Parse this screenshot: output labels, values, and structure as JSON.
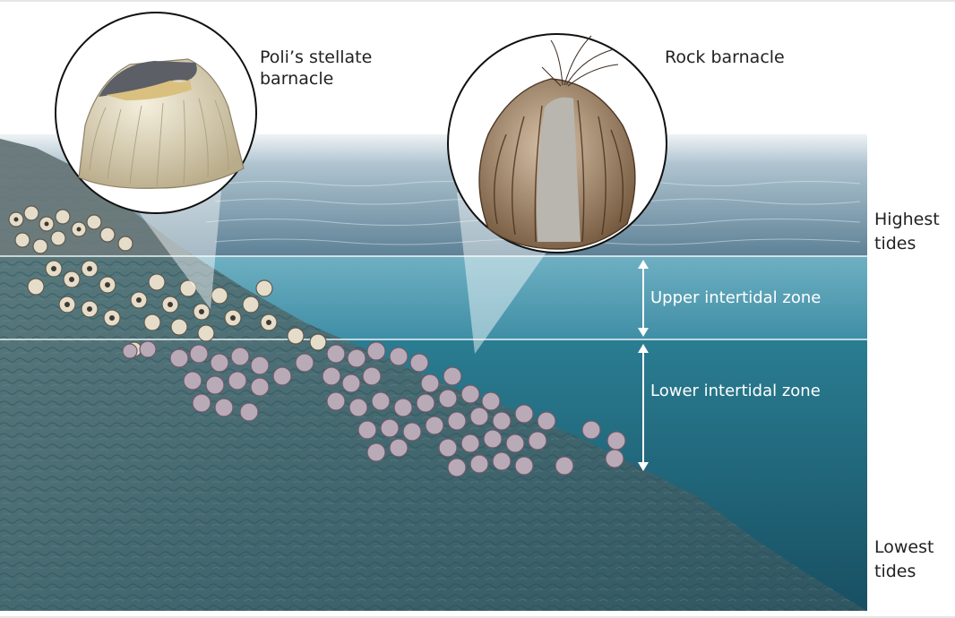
{
  "labels": {
    "polis_line1": "Poli’s stellate",
    "polis_line2": "barnacle",
    "rock": "Rock barnacle",
    "upper_zone": "Upper intertidal zone",
    "lower_zone": "Lower intertidal zone",
    "highest_line1": "Highest",
    "highest_line2": "tides",
    "lowest_line1": "Lowest",
    "lowest_line2": "tides"
  },
  "colors": {
    "sky_sea": "#7e9cae",
    "upper_water": "#4f9bb0",
    "lower_water": "#1f6e82",
    "rock": "#4a6f74",
    "barnacle_shell": "#d8d0bf",
    "purple_barnacle": "#9a8aa6",
    "rock_barnacle": "#8f7559"
  }
}
